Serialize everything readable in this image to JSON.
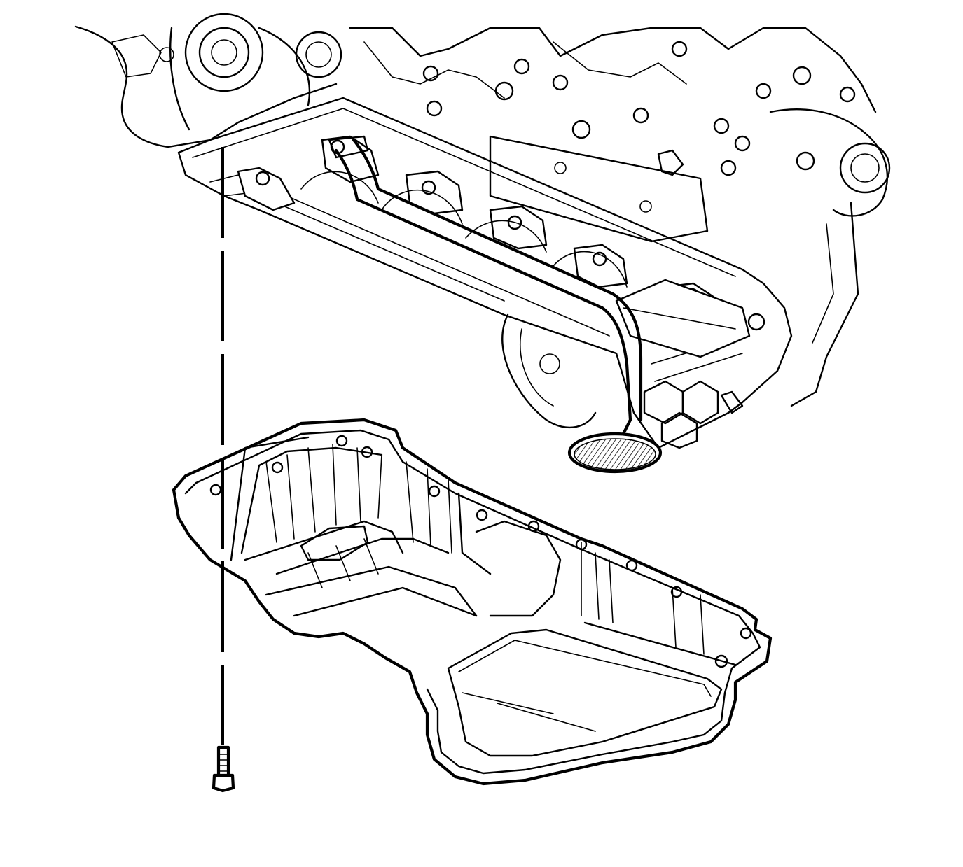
{
  "figure": {
    "background_color": "#ffffff",
    "line_color": "#000000",
    "components": [
      {
        "name": "engine-block-lower",
        "visible": true
      },
      {
        "name": "oil-pickup-tube",
        "visible": true
      },
      {
        "name": "oil-pickup-screen",
        "visible": true
      },
      {
        "name": "oil-pan",
        "visible": true
      },
      {
        "name": "oil-pan-bolt",
        "visible": true
      },
      {
        "name": "alignment-leader-line",
        "visible": true
      }
    ]
  }
}
